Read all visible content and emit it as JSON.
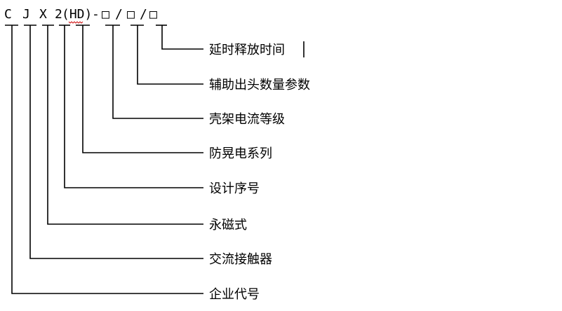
{
  "model_code": {
    "chars": [
      "C",
      "J",
      "X",
      "2",
      "(HD)",
      "-",
      "□",
      "/",
      "□",
      "/",
      "□"
    ]
  },
  "labels": [
    "延时释放时间",
    "辅助出头数量参数",
    "壳架电流等级",
    "防晃电系列",
    "设计序号",
    "永磁式",
    "交流接触器",
    "企业代号"
  ],
  "colors": {
    "line": "#000000",
    "text": "#000000",
    "spellcheck_underline": "#cc0000"
  }
}
